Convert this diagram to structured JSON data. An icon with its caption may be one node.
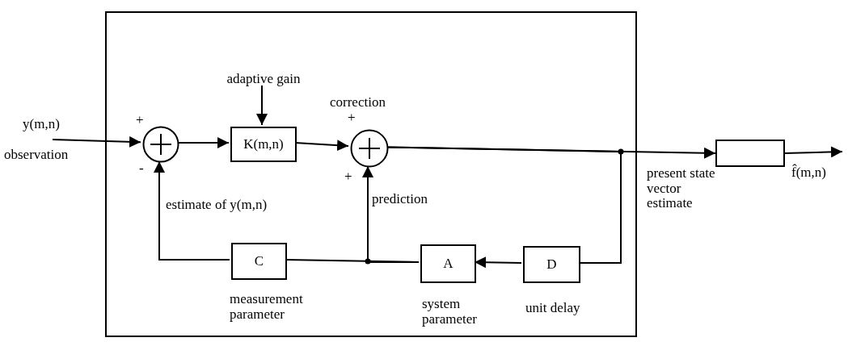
{
  "diagram": {
    "nodes": [
      {
        "text": [],
        "shape": "box"
      },
      {
        "text": [
          "adaptive gain"
        ],
        "in": 0
      },
      {
        "text": [],
        "shape": "circle",
        "in": 0
      },
      {
        "text": [
          "K(m,n)"
        ],
        "in": 0
      },
      {
        "text": [],
        "shape": "circle",
        "in": 0
      },
      {
        "text": [],
        "shape": "box"
      },
      {
        "text": [
          "C"
        ],
        "in": 0,
        "beside": [
          "measurement parameter"
        ]
      },
      {
        "text": [
          "A"
        ],
        "in": 0,
        "beside": [
          "system parameter"
        ]
      },
      {
        "text": [
          "D"
        ],
        "in": 0,
        "beside": [
          "unit delay"
        ]
      }
    ],
    "edges": [
      {
        "from": null,
        "to": 2,
        "arrow": "to"
      },
      {
        "from": 1,
        "to": 3,
        "arrow": "to"
      },
      {
        "from": 2,
        "to": 3,
        "arrow": "to"
      },
      {
        "from": 3,
        "to": 4,
        "arrow": "to"
      },
      {
        "from": 4,
        "to": 5,
        "arrow": "to"
      },
      {
        "from": 5,
        "to": null,
        "arrow": "to"
      },
      {
        "from": 4,
        "to": 8,
        "arrow": "none"
      },
      {
        "from": 8,
        "to": 7,
        "arrow": "to"
      },
      {
        "from": 7,
        "to": 6,
        "arrow": "none"
      },
      {
        "from": 7,
        "to": 4,
        "arrow": "to"
      },
      {
        "from": 6,
        "to": 2,
        "arrow": "to"
      }
    ],
    "labels": [
      "y(m,n)",
      "observation",
      "+",
      "-",
      "estimate of y(m,n)",
      "correction",
      "+",
      "+",
      "prediction",
      "present state vector estimate",
      "f̂(m,n)"
    ]
  }
}
